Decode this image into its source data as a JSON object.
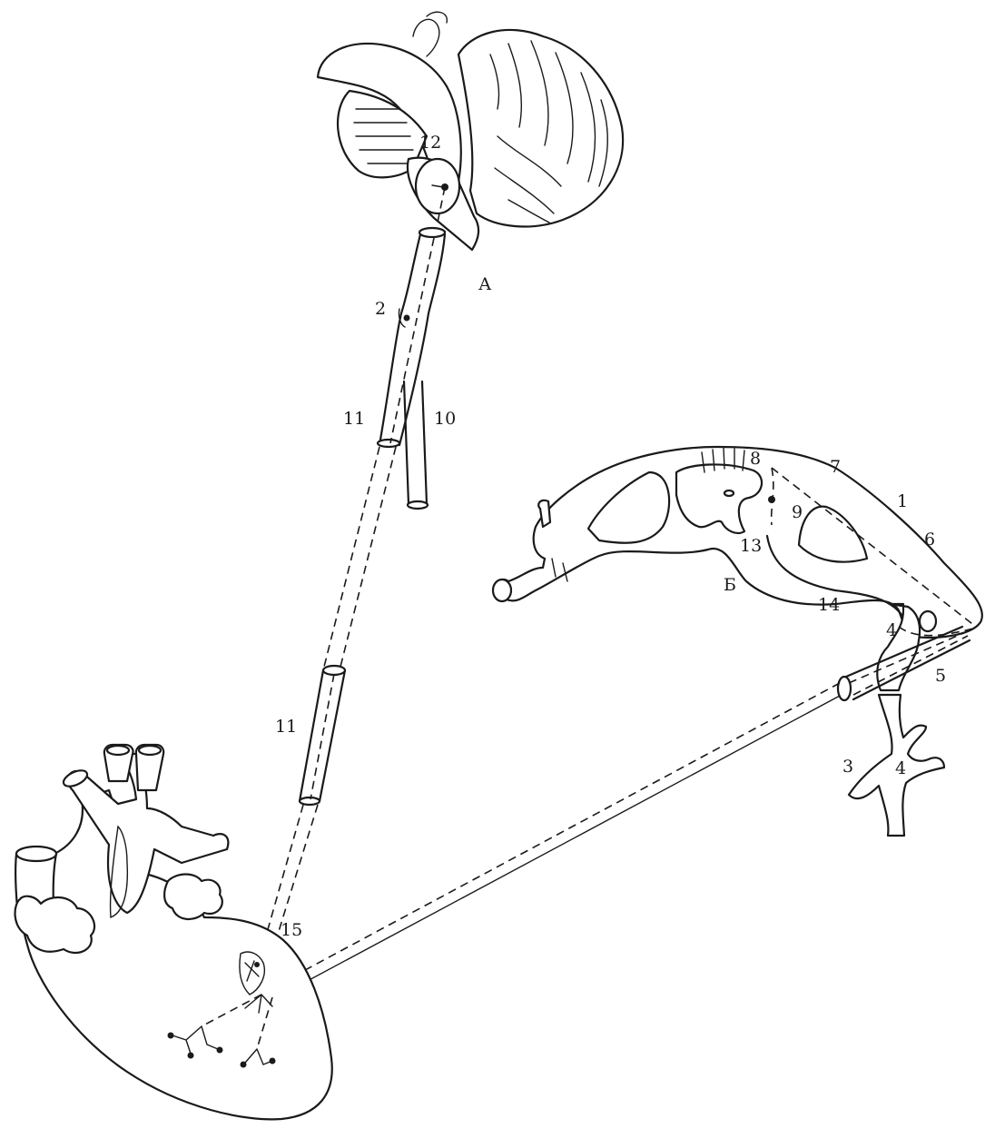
{
  "labels": {
    "A": "А",
    "B": "Б",
    "n1": "1",
    "n2": "2",
    "n3": "3",
    "n4a": "4",
    "n4b": "4",
    "n5": "5",
    "n6": "6",
    "n7": "7",
    "n8": "8",
    "n9": "9",
    "n10": "10",
    "n11a": "11",
    "n11b": "11",
    "n12": "12",
    "n13": "13",
    "n14": "14",
    "n15": "15"
  }
}
